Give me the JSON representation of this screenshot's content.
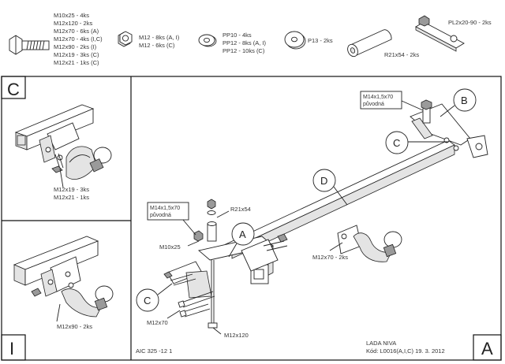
{
  "parts": {
    "bolts_lines": [
      "M10x25 - 4ks",
      "M12x120 - 2ks",
      "M12x70 - 6ks (A)",
      "M12x70 - 4ks (I,C)",
      "M12x90 - 2ks (I)",
      "M12x19 - 3ks (C)",
      "M12x21 - 1ks (C)"
    ],
    "nuts_lines": [
      "M12 - 8ks (A, I)",
      "M12 - 6ks (C)"
    ],
    "washers_lines": [
      "PP10 - 4ks",
      "PP12 - 8ks (A, I)",
      "PP12 - 10ks (C)"
    ],
    "large_washer_label": "P13 - 2ks",
    "tube_label": "R21x54 - 2ks",
    "plate_label": "PL2x20-90 - 2ks"
  },
  "panel_c": {
    "letter": "C",
    "labels": [
      "M12x19 - 3ks",
      "M12x21 - 1ks"
    ]
  },
  "panel_i": {
    "letter": "I",
    "labels": [
      "M12x90 - 2ks"
    ]
  },
  "main": {
    "letter": "A",
    "callouts": {
      "b": "B",
      "c_top": "C",
      "d": "D",
      "a": "A",
      "c_bottom": "C"
    },
    "box_top_lines": [
      "M14x1,5x70",
      "původná"
    ],
    "box_left_lines": [
      "M14x1,5x70",
      "původná"
    ],
    "labels": {
      "r21x54": "R21x54",
      "m10x25": "M10x25",
      "m12x70_right": "M12x70 - 2ks",
      "m12x70_left": "M12x70",
      "m12x120": "M12x120"
    },
    "footer_left": "AIC 325 -12 1",
    "footer_right_lines": [
      "LADA NIVA",
      "Kód: L0016(A,I,C)  19. 3. 2012"
    ]
  }
}
